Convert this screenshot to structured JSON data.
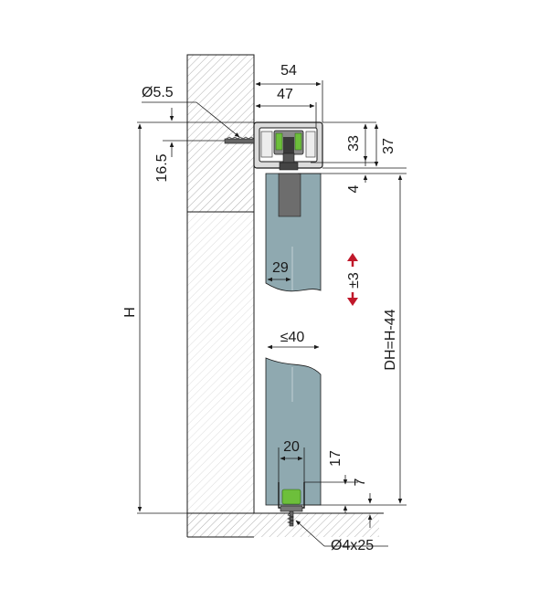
{
  "dimensions": {
    "screw_top_diameter": "Ø5.5",
    "width_outer": "54",
    "width_inner": "47",
    "rail_height_outer": "37",
    "rail_height_inner": "33",
    "screw_offset": "16.5",
    "gap_top": "4",
    "overall_height": "H",
    "door_height": "DH=H-44",
    "adjustment": "±3",
    "notch_depth": "29",
    "door_thickness": "≤40",
    "bottom_groove_width": "20",
    "bottom_groove_depth": "17",
    "bottom_gap": "7",
    "screw_bottom": "Ø4x25"
  },
  "colors": {
    "door_panel": "#8fa9b0",
    "clip_green": "#6dbf3b",
    "adjust_arrow": "#c0182a",
    "hatch": "#9a9a9a",
    "rail_fill": "#dcdcdc"
  }
}
